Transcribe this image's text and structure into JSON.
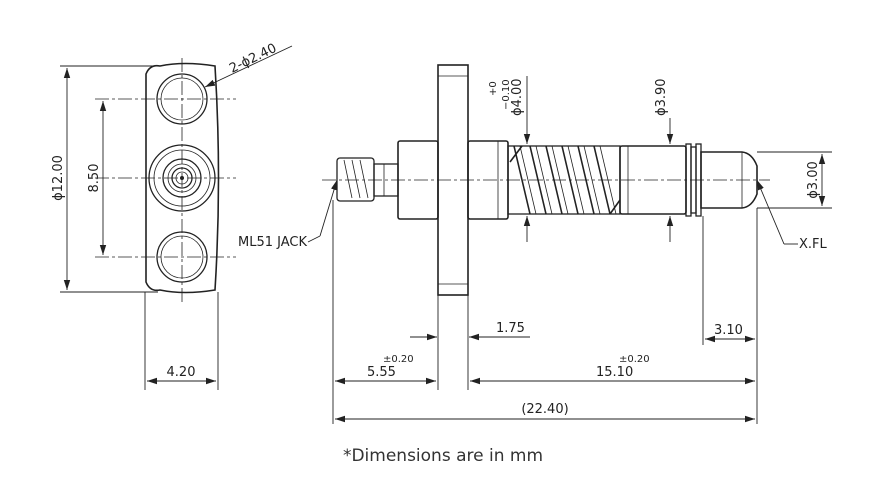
{
  "dimensions": {
    "hole_dia": "2-ϕ2.40",
    "flange_height": "ϕ12.00",
    "hole_spacing": "8.50",
    "flange_width": "4.20",
    "spring_dia": "ϕ4.00",
    "spring_tol_upper": "+0",
    "spring_tol_lower": "−0.10",
    "sleeve_dia": "ϕ3.90",
    "tip_dia": "ϕ3.00",
    "flange_thickness": "1.75",
    "tip_length": "3.10",
    "front_length": "5.55",
    "front_tol": "±0.20",
    "rear_length": "15.10",
    "rear_tol": "±0.20",
    "overall_length": "(22.40)"
  },
  "labels": {
    "jack": "ML51 JACK",
    "xfl": "X.FL"
  },
  "footnote": "*Dimensions are in mm"
}
